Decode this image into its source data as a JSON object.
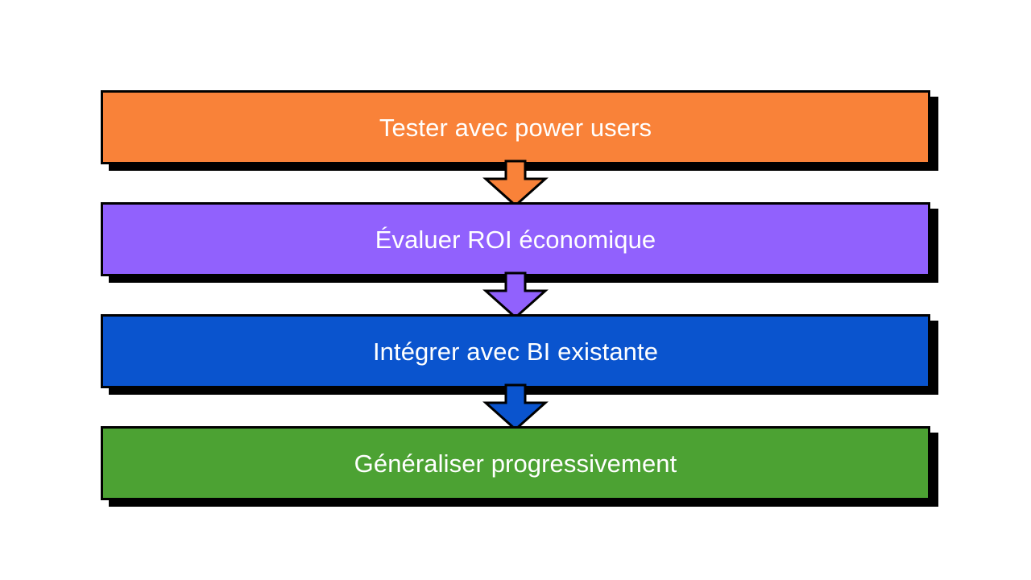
{
  "diagram": {
    "type": "vertical-flowchart",
    "title": "",
    "background_color": "#ffffff",
    "text_color": "#ffffff",
    "border_color": "#000000",
    "shadow_color": "#000000",
    "nodes": [
      {
        "id": "node-1",
        "label": "Tester avec power users",
        "color": "#f98239",
        "order": 1
      },
      {
        "id": "node-2",
        "label": "Évaluer ROI économique",
        "color": "#9161fd",
        "order": 2
      },
      {
        "id": "node-3",
        "label": "Intégrer avec BI existante",
        "color": "#0a54ce",
        "order": 3
      },
      {
        "id": "node-4",
        "label": "Généraliser progressivement",
        "color": "#4ca233",
        "order": 4
      }
    ],
    "connectors": [
      {
        "id": "arrow-1",
        "from": "node-1",
        "to": "node-2",
        "color": "#f98239",
        "direction": "down"
      },
      {
        "id": "arrow-2",
        "from": "node-2",
        "to": "node-3",
        "color": "#9161fd",
        "direction": "down"
      },
      {
        "id": "arrow-3",
        "from": "node-3",
        "to": "node-4",
        "color": "#0a54ce",
        "direction": "down"
      }
    ]
  }
}
